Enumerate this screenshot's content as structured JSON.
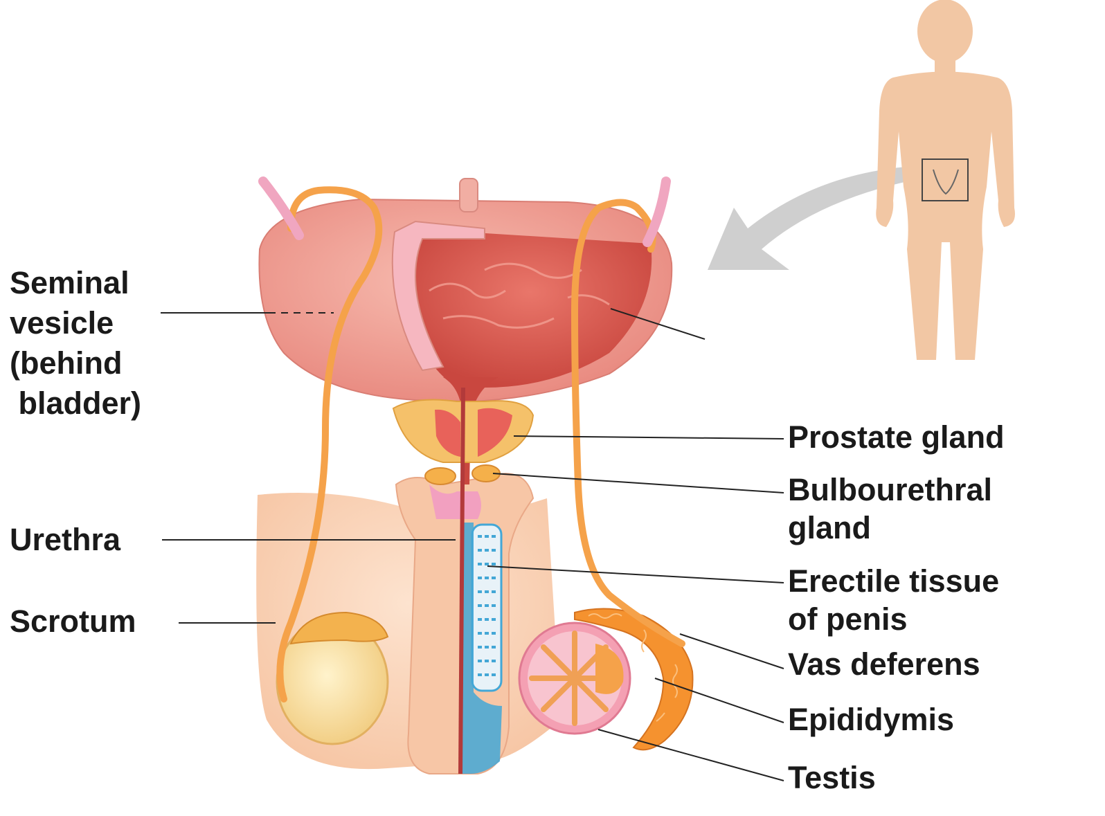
{
  "diagram": {
    "labels": {
      "seminal_vesicle": "Seminal\nvesicle\n(behind\n bladder)",
      "urethra": "Urethra",
      "scrotum": "Scrotum",
      "prostate_gland": "Prostate gland",
      "bulbourethral_gland": "Bulbourethral\ngland",
      "erectile_tissue": "Erectile tissue\nof penis",
      "vas_deferens": "Vas deferens",
      "epididymis": "Epididymis",
      "testis": "Testis"
    },
    "colors": {
      "skin": "#f6c9a8",
      "bladder": "#f0a59a",
      "bladder_inner": "#d8574f",
      "vas_deferens": "#f3a34a",
      "erectile_tissue": "#43a7d6",
      "silhouette": "#f2c7a4",
      "arrow": "#cfcfcf"
    }
  }
}
